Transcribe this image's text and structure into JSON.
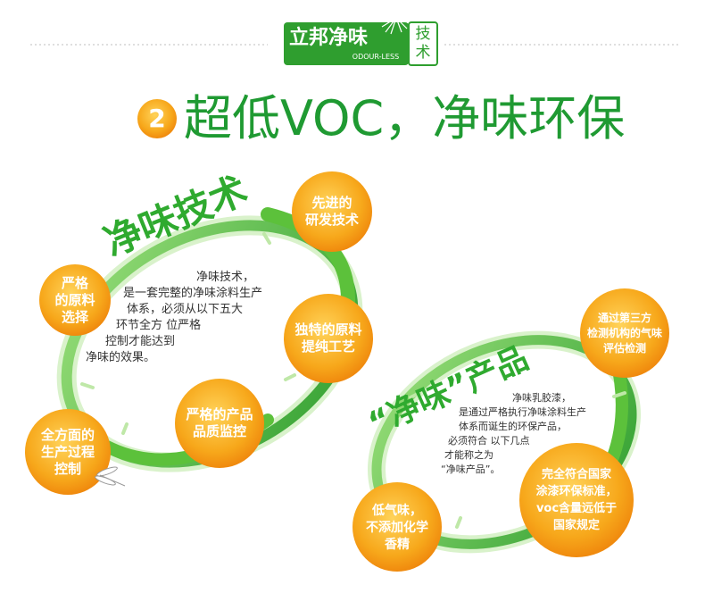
{
  "brand": {
    "name": "立邦净味",
    "sub": "ODOUR-LESS",
    "tag": "技术"
  },
  "headline": {
    "number": "2",
    "text": "超低VOC，净味环保"
  },
  "section1": {
    "arc_title": "净味技术",
    "paragraph": [
      "净味技术，",
      "是一套完整的净味涂料生产",
      "体系，必须从以下五大",
      "环节全方 位严格",
      "控制才能达到",
      "净味的效果。"
    ],
    "bubbles": [
      {
        "label": [
          "先进的",
          "研发技术"
        ]
      },
      {
        "label": [
          "严格",
          "的原料",
          "选择"
        ]
      },
      {
        "label": [
          "独特的原料",
          "提纯工艺"
        ]
      },
      {
        "label": [
          "严格的产品",
          "品质监控"
        ]
      },
      {
        "label": [
          "全方面的",
          "生产过程",
          "控制"
        ]
      }
    ]
  },
  "section2": {
    "arc_title": "“净味”产品",
    "paragraph": [
      "净味乳胶漆，",
      "是通过严格执行净味涂料生产",
      "体系而诞生的环保产品，",
      "必须符合 以下几点",
      "才能称之为",
      "“净味产品”。"
    ],
    "bubbles": [
      {
        "label": [
          "通过第三方",
          "检测机构的气味",
          "评估检测"
        ]
      },
      {
        "label": [
          "完全符合国家",
          "涂漆环保标准，",
          "voc含量远低于",
          "国家规定"
        ]
      },
      {
        "label": [
          "低气味，",
          "不添加化学",
          "香精"
        ]
      }
    ]
  },
  "colors": {
    "green": "#2f9e2f",
    "bright_green": "#5cc13b",
    "orange": "#f5a41a",
    "headline_green": "#1f9a32"
  }
}
